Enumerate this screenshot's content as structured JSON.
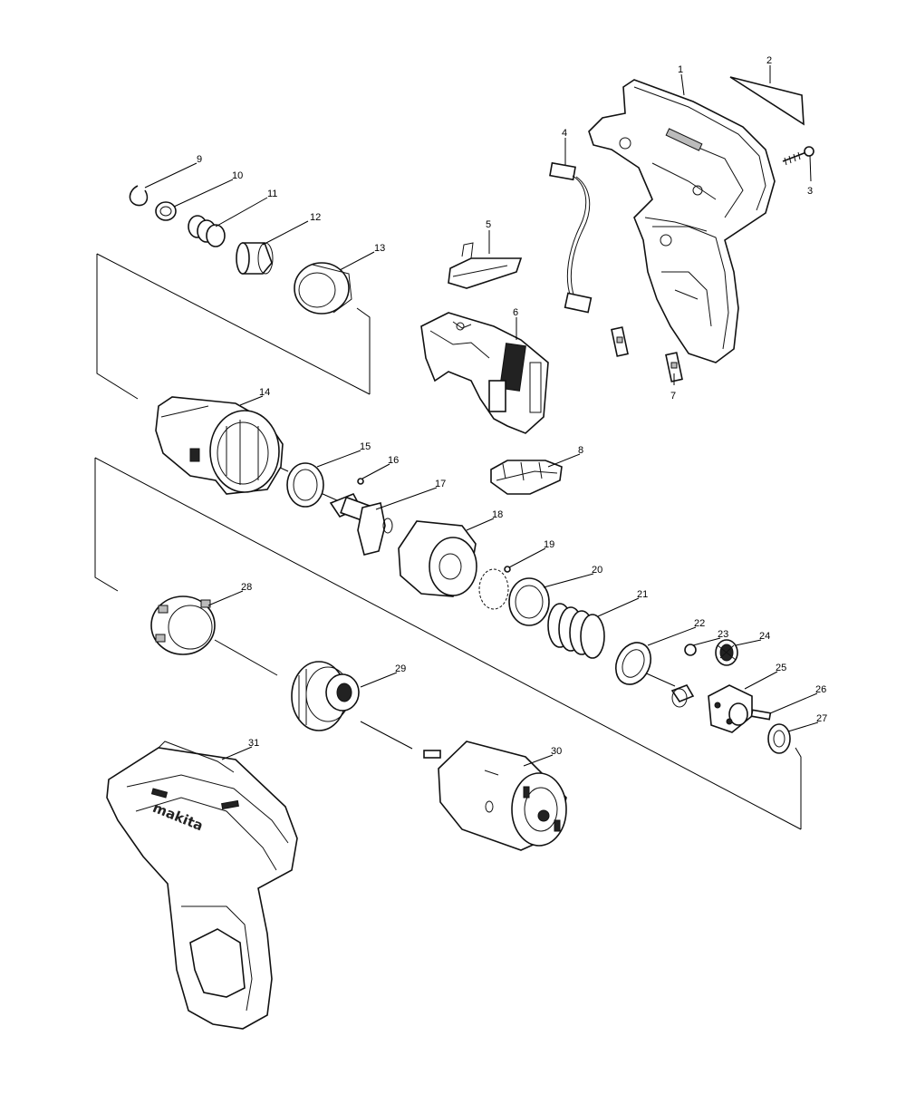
{
  "callouts": [
    "1",
    "2",
    "3",
    "4",
    "5",
    "6",
    "7",
    "8",
    "9",
    "10",
    "11",
    "12",
    "13",
    "14",
    "15",
    "16",
    "17",
    "18",
    "19",
    "20",
    "21",
    "22",
    "23",
    "24",
    "25",
    "26",
    "27",
    "28",
    "29",
    "30",
    "31"
  ],
  "brand_mark": "makita"
}
